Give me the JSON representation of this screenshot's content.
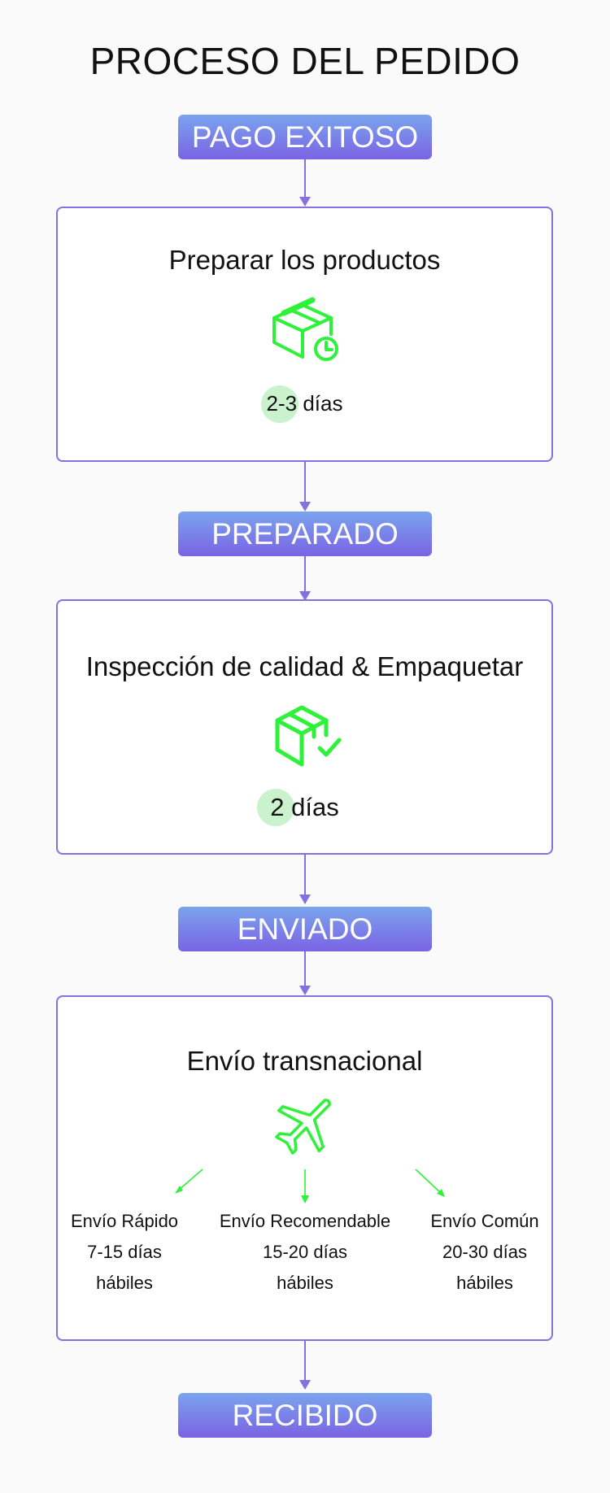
{
  "title": "PROCESO DEL PEDIDO",
  "stages": [
    {
      "label": "PAGO EXITOSO"
    },
    {
      "label": "PREPARADO"
    },
    {
      "label": "ENVIADO"
    },
    {
      "label": "RECIBIDO"
    }
  ],
  "steps": [
    {
      "title": "Preparar los productos",
      "icon": "box-clock-icon",
      "duration_num": "2-3",
      "duration_unit": "días"
    },
    {
      "title": "Inspección de calidad & Empaquetar",
      "icon": "box-check-icon",
      "duration_num": "2",
      "duration_unit": "días"
    },
    {
      "title": "Envío transnacional",
      "icon": "airplane-icon"
    }
  ],
  "shipping_options": [
    {
      "name": "Envío Rápido",
      "days_num": "7-15",
      "days_unit": "días",
      "days_suffix": "hábiles"
    },
    {
      "name": "Envío Recomendable",
      "days_num": "15-20",
      "days_unit": "días",
      "days_suffix": "hábiles"
    },
    {
      "name": "Envío Común",
      "days_num": "20-30",
      "days_unit": "días",
      "days_suffix": "hábiles"
    }
  ],
  "colors": {
    "accent": "#8571de",
    "pill_top": "#7aa4ee",
    "pill_bottom": "#7a63e3",
    "icon_green": "#2ef23a",
    "highlight": "#c9f2cd"
  }
}
